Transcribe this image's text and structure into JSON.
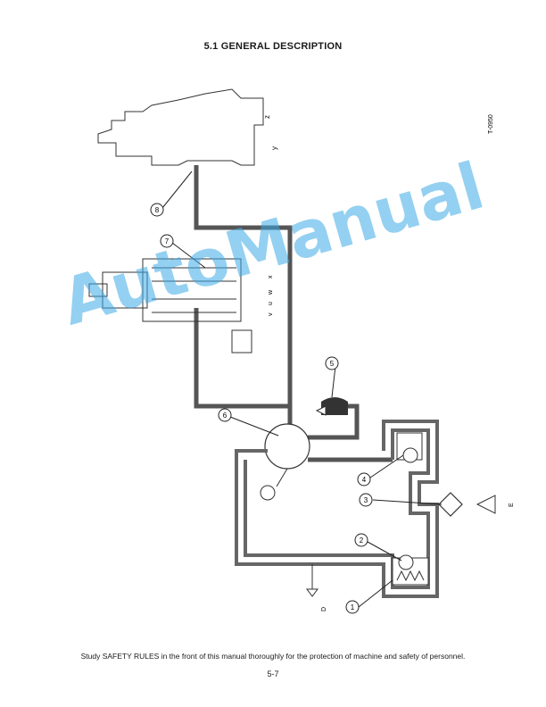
{
  "title": "5.1 GENERAL DESCRIPTION",
  "figure_id": "T-0950",
  "callouts": [
    "1",
    "2",
    "3",
    "4",
    "5",
    "6",
    "7",
    "8"
  ],
  "letters": {
    "z": "z",
    "y": "y",
    "x": "x",
    "w": "w",
    "u": "u",
    "v": "v",
    "e": "E",
    "d": "D"
  },
  "watermark": "AutoManual",
  "footer": "Study SAFETY RULES in the front of this manual thoroughly for the protection of machine and safety of personnel.",
  "page_number": "5-7",
  "colors": {
    "line": "#555555",
    "watermark": "#3caae6"
  }
}
